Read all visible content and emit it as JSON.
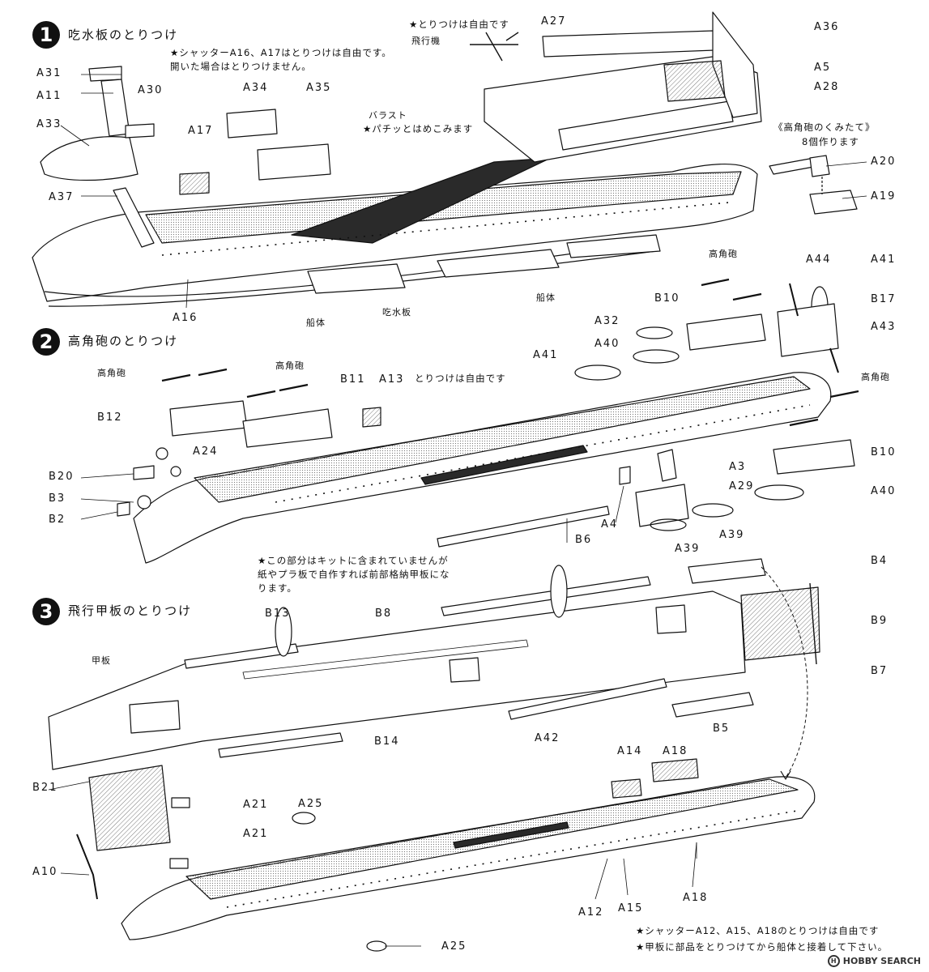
{
  "steps": [
    {
      "number": "1",
      "title": "吃水板のとりつけ"
    },
    {
      "number": "2",
      "title": "高角砲のとりつけ"
    },
    {
      "number": "3",
      "title": "飛行甲板のとりつけ"
    }
  ],
  "notes": {
    "shutter_a16_a17_line1": "★シャッターA16、A17はとりつけは自由です。",
    "shutter_a16_a17_line2": "開いた場合はとりつけません。",
    "plane_optional": "★とりつけは自由です",
    "ballast": "バラスト",
    "ballast_note": "★パチッとはめこみます",
    "hag_assembly_title": "《高角砲のくみたて》",
    "hag_assembly_count": "8個作ります",
    "a13_optional": "とりつけは自由です",
    "not_in_kit_line1": "★この部分はキットに含まれていませんが",
    "not_in_kit_line2": "紙やプラ板で自作すれば前部格納甲板にな",
    "not_in_kit_line3": "ります。",
    "shutter_a12_a15_a18": "★シャッターA12、A15、A18のとりつけは自由です",
    "attach_deck_first": "★甲板に部品をとりつけてから船体と接着して下さい。"
  },
  "labels": {
    "airplane": "飛行機",
    "hull": "船体",
    "draft_board": "吃水板",
    "hag": "高角砲",
    "deck": "甲板"
  },
  "parts": {
    "A5": "A5",
    "A10": "A10",
    "A11": "A11",
    "A12": "A12",
    "A13": "A13",
    "A14": "A14",
    "A15": "A15",
    "A16": "A16",
    "A17": "A17",
    "A18": "A18",
    "A19": "A19",
    "A20": "A20",
    "A21": "A21",
    "A24": "A24",
    "A25": "A25",
    "A27": "A27",
    "A28": "A28",
    "A29": "A29",
    "A3": "A3",
    "A4": "A4",
    "A30": "A30",
    "A31": "A31",
    "A32": "A32",
    "A33": "A33",
    "A34": "A34",
    "A35": "A35",
    "A36": "A36",
    "A37": "A37",
    "A39": "A39",
    "A40": "A40",
    "A41": "A41",
    "A42": "A42",
    "A43": "A43",
    "A44": "A44",
    "B2": "B2",
    "B3": "B3",
    "B4": "B4",
    "B5": "B5",
    "B6": "B6",
    "B7": "B7",
    "B8": "B8",
    "B9": "B9",
    "B10": "B10",
    "B11": "B11",
    "B12": "B12",
    "B13": "B13",
    "B14": "B14",
    "B17": "B17",
    "B20": "B20",
    "B21": "B21"
  },
  "watermark": {
    "badge": "H",
    "text": "HOBBY SEARCH"
  }
}
